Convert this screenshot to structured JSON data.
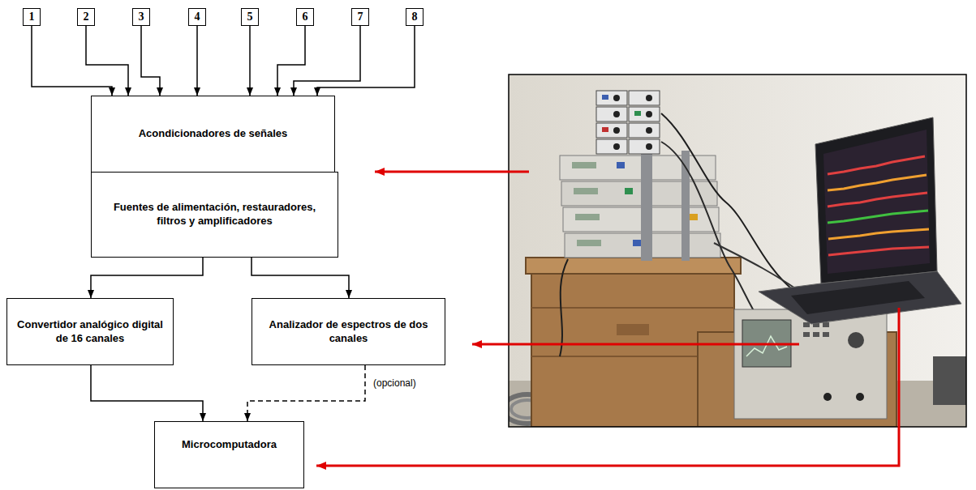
{
  "diagram": {
    "nodes": [
      {
        "text": [
          "1"
        ]
      },
      {
        "text": [
          "2"
        ]
      },
      {
        "text": [
          "3"
        ]
      },
      {
        "text": [
          "4"
        ]
      },
      {
        "text": [
          "5"
        ]
      },
      {
        "text": [
          "6"
        ]
      },
      {
        "text": [
          "7"
        ]
      },
      {
        "text": [
          "8"
        ]
      },
      {
        "text": [
          "Acondicionadores de señales"
        ]
      },
      {
        "text": [
          "Fuentes de alimentación, restauradores, filtros y amplificadores"
        ]
      },
      {
        "text": [
          "Convertidor analógico digital de 16 canales"
        ]
      },
      {
        "text": [
          "Analizador de espectros de dos canales"
        ]
      },
      {
        "text": [
          "Microcomputadora"
        ]
      }
    ],
    "edges": [
      {
        "from": 0,
        "to": 8,
        "arrow": "to"
      },
      {
        "from": 1,
        "to": 8,
        "arrow": "to"
      },
      {
        "from": 2,
        "to": 8,
        "arrow": "to"
      },
      {
        "from": 3,
        "to": 8,
        "arrow": "to"
      },
      {
        "from": 4,
        "to": 8,
        "arrow": "to"
      },
      {
        "from": 5,
        "to": 8,
        "arrow": "to"
      },
      {
        "from": 6,
        "to": 8,
        "arrow": "to"
      },
      {
        "from": 7,
        "to": 8,
        "arrow": "to"
      },
      {
        "from": 9,
        "to": 10,
        "arrow": "to"
      },
      {
        "from": 9,
        "to": 11,
        "arrow": "to"
      },
      {
        "from": 10,
        "to": 12,
        "arrow": "to"
      },
      {
        "from": 11,
        "to": 12,
        "label": "(opcional)",
        "arrow": "to"
      }
    ]
  }
}
